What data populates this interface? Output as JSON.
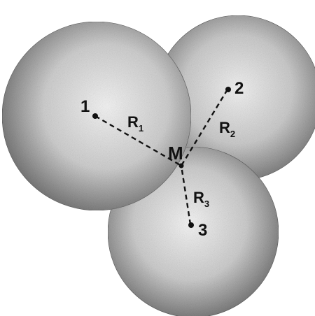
{
  "diagram": {
    "spheres": [
      {
        "id": "1",
        "center_label": "1",
        "radius_label": "R",
        "radius_sub": "1"
      },
      {
        "id": "2",
        "center_label": "2",
        "radius_label": "R",
        "radius_sub": "2"
      },
      {
        "id": "3",
        "center_label": "3",
        "radius_label": "R",
        "radius_sub": "3"
      }
    ],
    "meeting_point_label": "M",
    "colors": {
      "sphere_light": "#f4f4f4",
      "sphere_mid": "#bdbdbd",
      "sphere_dark": "#6e6e6e",
      "line": "#111111"
    }
  }
}
